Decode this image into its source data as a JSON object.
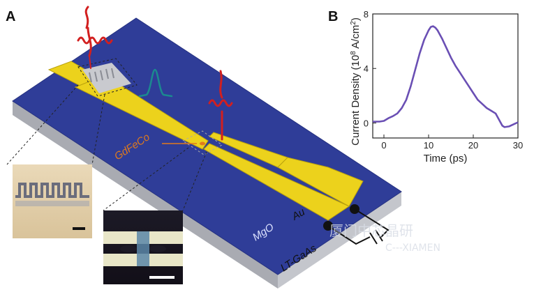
{
  "panels": {
    "a": "A",
    "b": "B"
  },
  "labels": {
    "gdfeco": "GdFeCo",
    "au": "Au",
    "mgo": "MgO",
    "ltgaas": "LT-GaAs"
  },
  "watermark": {
    "line1": "厦门中芯晶研",
    "line2": "C---XIAMEN"
  },
  "colors": {
    "substrate_top": "#2f3d98",
    "substrate_side": "#c4c6cc",
    "substrate_front": "#a9abb2",
    "gold": "#ecd21c",
    "gold_edge": "#b9a10e",
    "pulse_red": "#d21f1f",
    "pulse_teal": "#1b8a8f",
    "gdfeco_orange": "#e07a1c",
    "curve": "#6a4fb4"
  },
  "chart_data": {
    "type": "line",
    "title": "",
    "xlabel": "Time (ps)",
    "ylabel": "Current Density (10",
    "ylabel_exp": "8",
    "ylabel_unit": " A/cm",
    "ylabel_unit_exp": "2",
    "ylabel_close": ")",
    "xlim": [
      -2.5,
      30
    ],
    "ylim": [
      -1.1,
      8
    ],
    "xticks": [
      0,
      10,
      20,
      30
    ],
    "yticks": [
      0,
      4,
      8
    ],
    "grid": false,
    "series": [
      {
        "name": "",
        "x": [
          -2.5,
          -1,
          0,
          1,
          2,
          3,
          4,
          5,
          6,
          7,
          8,
          9,
          10,
          10.5,
          11,
          11.5,
          12,
          13,
          14,
          15,
          16,
          17,
          18,
          19,
          20,
          21,
          22,
          23,
          24,
          25,
          26,
          26.5,
          27,
          28,
          29,
          30
        ],
        "y": [
          0.1,
          0.1,
          0.15,
          0.35,
          0.5,
          0.7,
          1.1,
          1.7,
          2.7,
          3.9,
          5.1,
          6.1,
          6.8,
          7.05,
          7.1,
          7.0,
          6.8,
          6.2,
          5.5,
          4.8,
          4.2,
          3.7,
          3.2,
          2.7,
          2.2,
          1.7,
          1.4,
          1.1,
          0.9,
          0.7,
          0.1,
          -0.2,
          -0.3,
          -0.25,
          -0.1,
          0.05
        ]
      }
    ]
  }
}
